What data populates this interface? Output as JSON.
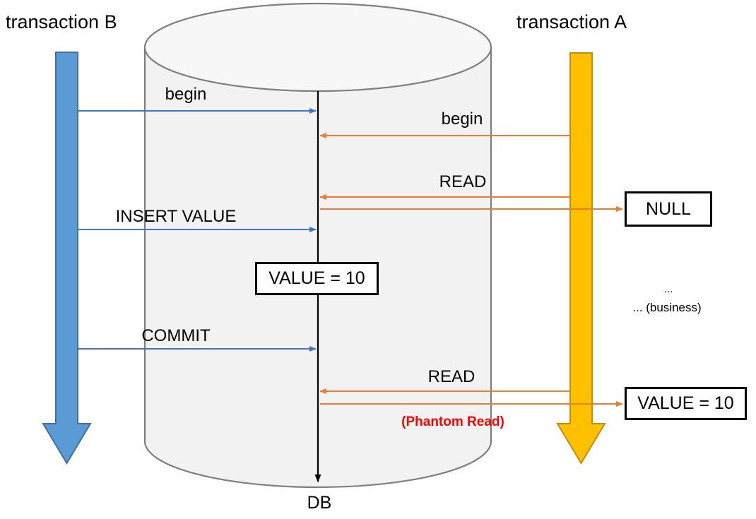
{
  "diagram": {
    "title_left": "transaction B",
    "title_right": "transaction A",
    "db_label": "DB",
    "colors": {
      "transaction_b_arrow": "#5B9BD5",
      "transaction_b_arrow_border": "#41719C",
      "transaction_a_arrow": "#FFC000",
      "transaction_a_arrow_border": "#BF9000",
      "message_b": "#4472C4",
      "message_a": "#ED7D31",
      "cylinder_fill": "#F2F2F2",
      "cylinder_stroke": "#7F7F7F",
      "timeline": "#000000",
      "phantom_read": "#FF0000",
      "box_border": "#000000"
    }
  },
  "transaction_b": {
    "name": "transaction B",
    "messages": [
      {
        "label": "begin",
        "direction": "to-db"
      },
      {
        "label": "INSERT VALUE",
        "direction": "to-db"
      },
      {
        "label": "COMMIT",
        "direction": "to-db"
      }
    ]
  },
  "transaction_a": {
    "name": "transaction A",
    "messages": [
      {
        "label": "begin",
        "direction": "to-db"
      },
      {
        "label": "READ",
        "direction": "to-db",
        "result": "NULL"
      },
      {
        "label": "READ",
        "direction": "to-db",
        "result": "VALUE = 10",
        "note": "(Phantom Read)"
      }
    ],
    "business_dots": "...",
    "business_label": "... (business)"
  },
  "db": {
    "label": "DB",
    "state_box": "VALUE = 10"
  },
  "results": {
    "first_read": "NULL",
    "second_read": "VALUE = 10"
  },
  "annotations": {
    "phantom_read": "(Phantom Read)"
  }
}
